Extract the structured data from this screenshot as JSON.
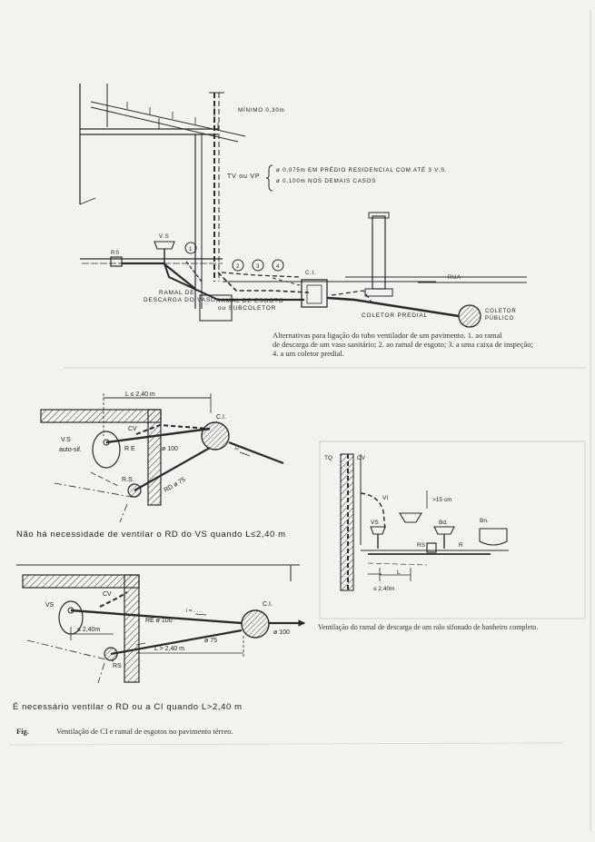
{
  "fig1": {
    "minimo": "MÍNIMO 0,30m",
    "tv_label": "TV ou VP",
    "spec1": "ø 0,075m EM PRÉDIO RESIDENCIAL COM ATÉ 3 V.S.",
    "spec2": "ø 0,100m NOS DEMAIS CASOS",
    "vs": "V.S",
    "rs": "RS",
    "n1": "1",
    "n2": "2",
    "n3": "3",
    "n4": "4",
    "ci": "C.I.",
    "rua": "RUA",
    "ramal_descarga_1": "RAMAL DE",
    "ramal_descarga_2": "DESCARGA DO VASO",
    "ramal_esgoto_1": "RAMAL DE ESGOTO",
    "ramal_esgoto_2": "ou SUBCOLETOR",
    "coletor_predial": "COLETOR PREDIAL",
    "coletor_publico_1": "COLETOR",
    "coletor_publico_2": "PÚBLICO",
    "caption_1": "Alternativas para ligação do tubo ventilador de um pavimento. 1. ao ramal",
    "caption_2": "de descarga de um vaso sanitário; 2. ao ramal de esgoto; 3. a uma caixa de inspeção;",
    "caption_3": "4. a um coletor predial."
  },
  "fig2": {
    "dim": "L ≤ 2,40 m",
    "cv": "CV",
    "ci": "C.I.",
    "vs": "V.S",
    "autosif": "auto-sif.",
    "re": "R E",
    "d100": "ø 100",
    "rd": "RD ø 75",
    "rs": "R.S.",
    "i": "i= . . .",
    "note": "Não há necessidade de ventilar o RD do VS quando L≤2,40 m"
  },
  "fig3": {
    "cv": "CV",
    "vs": "VS",
    "ci": "C.I.",
    "i": "i = . . .",
    "re": "RE ø 100",
    "dim": "≤ 2,40m",
    "d75": "ø 75",
    "lgt": "L > 2,40 m",
    "d100": "ø 100",
    "rs": "RS",
    "note": "É necessário ventilar o RD ou a CI quando L>2,40 m",
    "fig": "Fig.",
    "caption": "Ventilação de CI e ramal de esgotos no pavimento térreo."
  },
  "fig4": {
    "tq": "TQ",
    "cv": "CV",
    "vi": "VI",
    "dim15": ">15 cm",
    "vs": "VS",
    "bd": "Bd.",
    "bn": "Bn.",
    "rs": "RS",
    "r": "R",
    "l": "L",
    "dim240": "≤ 2,40m",
    "caption": "Ventilação do ramal de descarga de um ralo sifonado de banheiro completo."
  }
}
